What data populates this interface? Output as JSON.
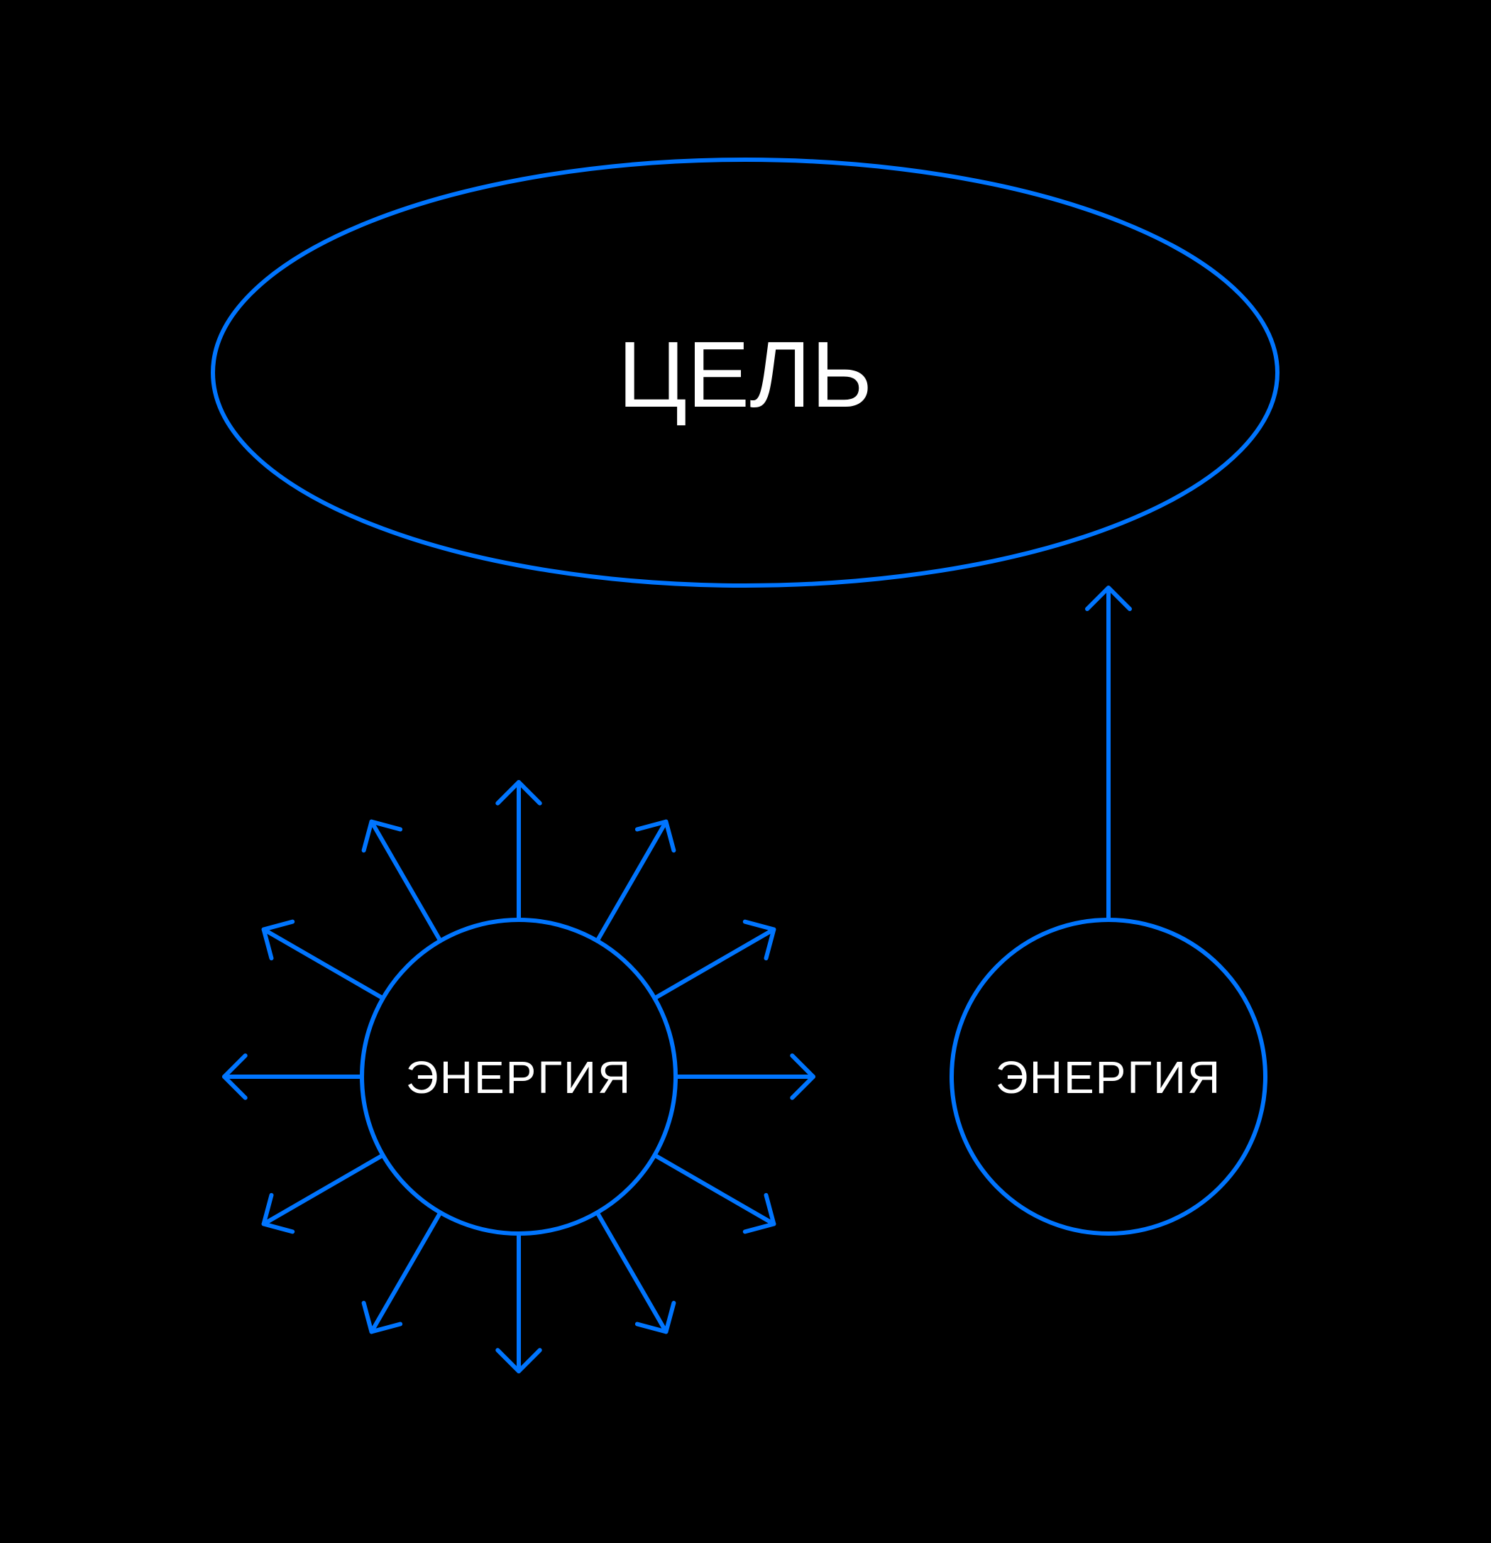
{
  "colors": {
    "background": "#000000",
    "stroke": "#0075FF",
    "text": "#FFFFFF"
  },
  "goal": {
    "label": "ЦЕЛЬ"
  },
  "energy_scattered": {
    "label": "ЭНЕРГИЯ",
    "arrow_count": 12
  },
  "energy_focused": {
    "label": "ЭНЕРГИЯ"
  }
}
